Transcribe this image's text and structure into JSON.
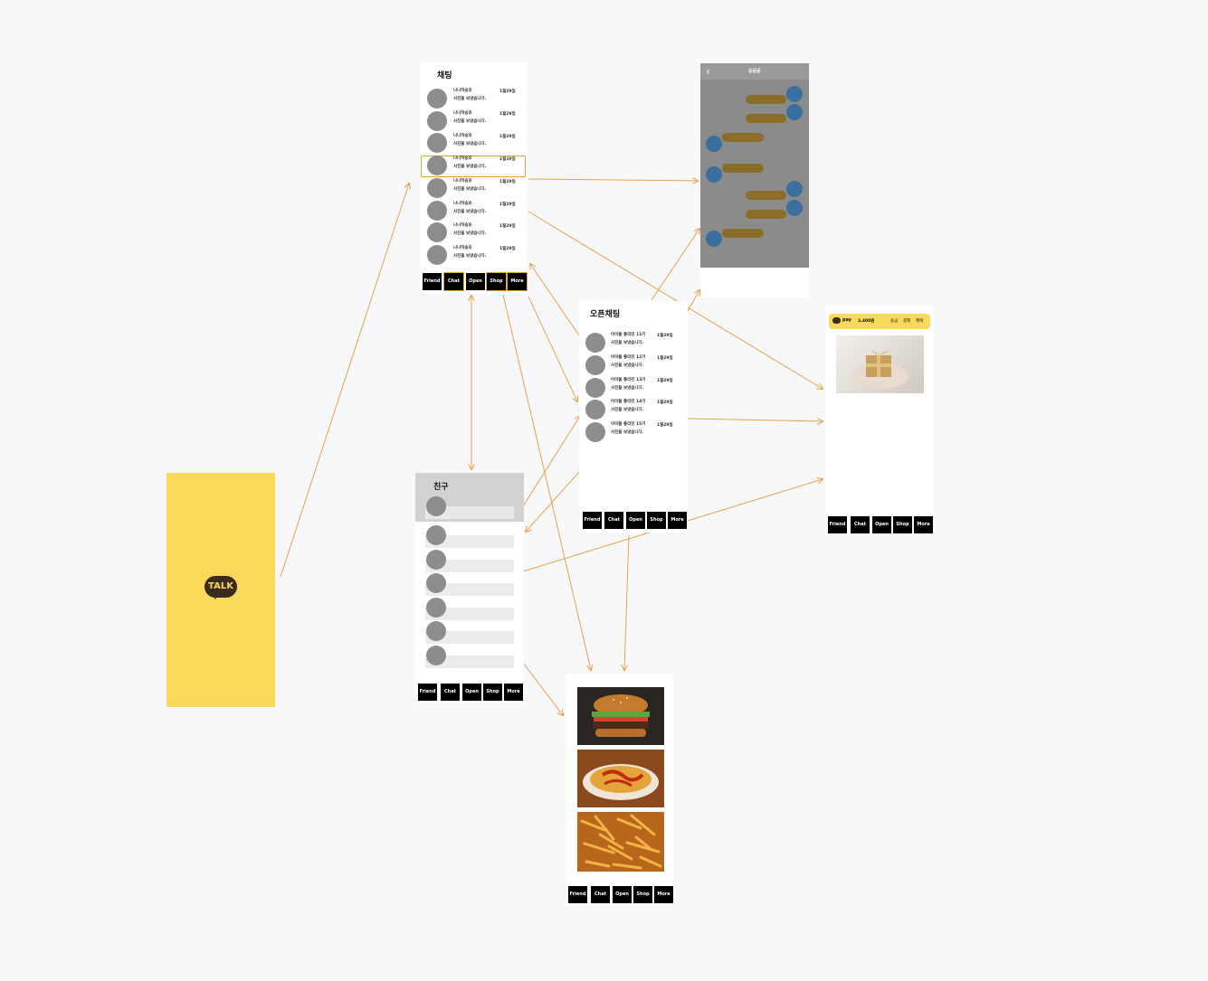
{
  "splash": {
    "logo_text": "TALK"
  },
  "chat_screen": {
    "title": "채팅",
    "rows": [
      {
        "name": "나나하숭호",
        "message": "사진을 보냈습니다.",
        "date": "1월29일"
      },
      {
        "name": "나나하숭호",
        "message": "사진을 보냈습니다.",
        "date": "1월29일"
      },
      {
        "name": "나나하숭호",
        "message": "사진을 보냈습니다.",
        "date": "1월29일"
      },
      {
        "name": "나나하숭호",
        "message": "사진을 보냈습니다.",
        "date": "1월29일"
      },
      {
        "name": "나나하숭호",
        "message": "사진을 보냈습니다.",
        "date": "1월29일"
      },
      {
        "name": "나나하숭호",
        "message": "사진을 보냈습니다.",
        "date": "1월29일"
      },
      {
        "name": "나나하숭호",
        "message": "사진을 보냈습니다.",
        "date": "1월29일"
      },
      {
        "name": "나나하숭호",
        "message": "사진을 보냈습니다.",
        "date": "1월29일"
      }
    ]
  },
  "nav": {
    "friend": "Friend",
    "chat": "Chat",
    "open": "Open",
    "shop": "Shop",
    "more": "More"
  },
  "chatroom_screen": {
    "title": "문문문",
    "back_icon": "chevron-left-icon"
  },
  "open_chat_screen": {
    "title": "오픈채팅",
    "rows": [
      {
        "name": "아이돌 좋리민 11기",
        "message": "사진을 보냈습니다.",
        "date": "1월29일"
      },
      {
        "name": "아이돌 좋리민 12기",
        "message": "사진을 보냈습니다.",
        "date": "1월29일"
      },
      {
        "name": "아이돌 좋리민 13기",
        "message": "사진을 보냈습니다.",
        "date": "1월29일"
      },
      {
        "name": "아이돌 좋리민 14기",
        "message": "사진을 보냈습니다.",
        "date": "1월29일"
      },
      {
        "name": "아이돌 좋리민 15기",
        "message": "사진을 보냈습니다.",
        "date": "1월29일"
      }
    ]
  },
  "friends_screen": {
    "title": "친구"
  },
  "shop_screen": {
    "pay_label": "pay",
    "balance": "3,400원",
    "actions": [
      "송금",
      "결제",
      "혜택"
    ],
    "image_alt": "gift-box-image"
  },
  "food_screen": {
    "images": [
      "burger-image",
      "fries-with-sauce-image",
      "fries-image"
    ]
  },
  "colors": {
    "brand_yellow": "#f9d95a",
    "accent_orange": "#e3a040",
    "bubble": "#8b6d2a",
    "avatar_blue": "#3b6f9e"
  }
}
